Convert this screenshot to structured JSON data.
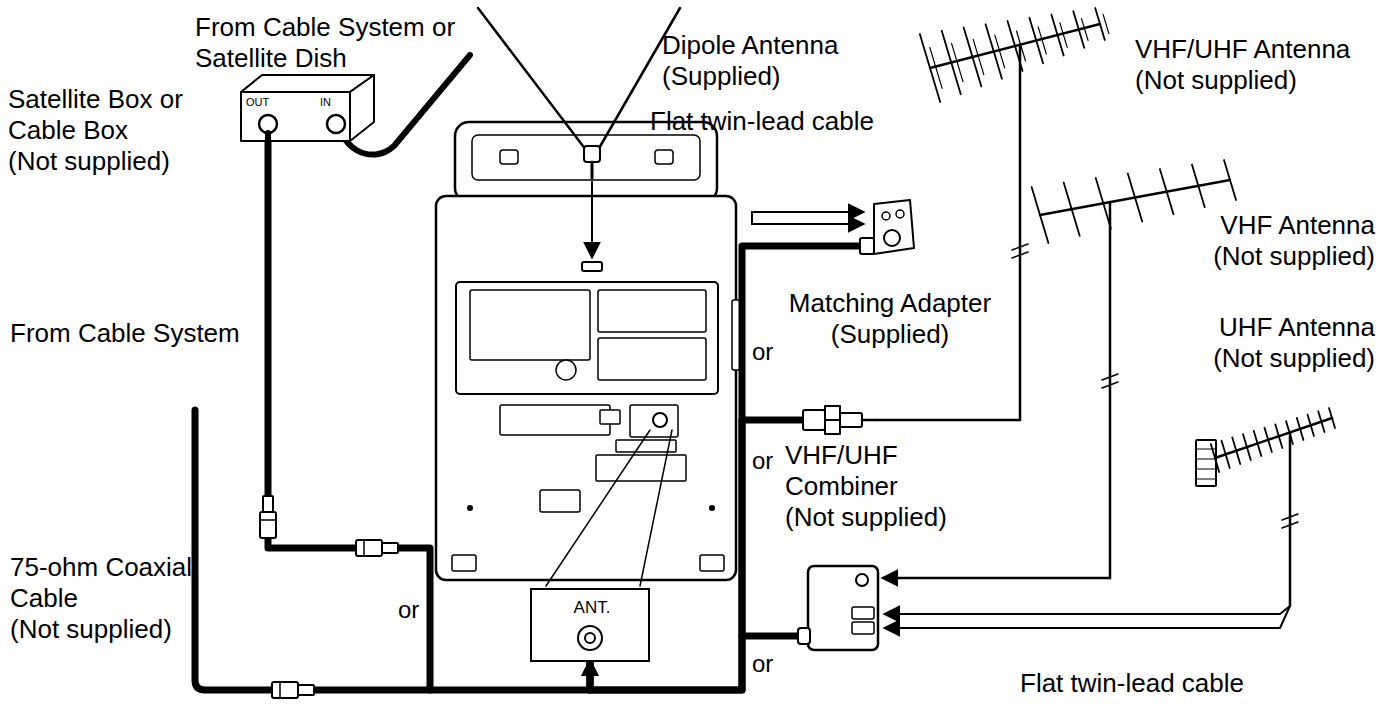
{
  "diagram": {
    "nodes": [
      {
        "text": [
          "Satellite Box or Cable Box (Not supplied)",
          "OUT",
          "IN"
        ]
      },
      {
        "text": [
          "Matching Adapter (Supplied)"
        ]
      },
      {
        "text": [
          "VHF/UHF Combiner (Not supplied)"
        ]
      },
      {
        "text": [
          "ANT."
        ]
      }
    ],
    "edges": [
      {
        "from": 0,
        "to": 3,
        "arrow": "to"
      },
      {
        "from": 1,
        "to": 3,
        "arrow": "to"
      },
      {
        "from": 2,
        "to": 3,
        "arrow": "to"
      }
    ],
    "labels": [
      "From Cable System or Satellite Dish",
      "Dipole Antenna (Supplied)",
      "Flat twin-lead cable",
      "VHF/UHF Antenna (Not supplied)",
      "VHF Antenna (Not supplied)",
      "UHF Antenna (Not supplied)",
      "From Cable System",
      "75-ohm Coaxial Cable (Not supplied)",
      "or",
      "or",
      "or",
      "or",
      "Flat twin-lead cable"
    ]
  }
}
